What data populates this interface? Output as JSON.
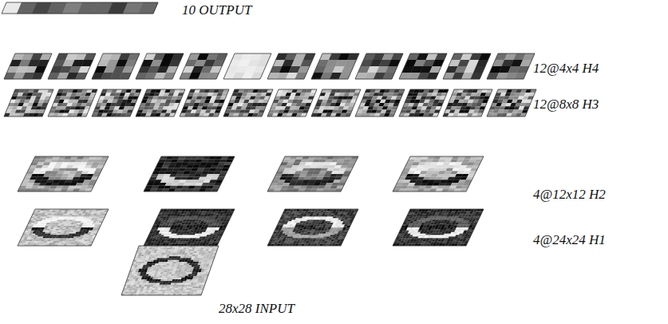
{
  "diagram": {
    "labels": [
      "10 OUTPUT",
      "12@4x4 H4",
      "12@8x8 H3",
      "4@12x12 H2",
      "4@24x24 H1",
      "28x28 INPUT"
    ]
  }
}
